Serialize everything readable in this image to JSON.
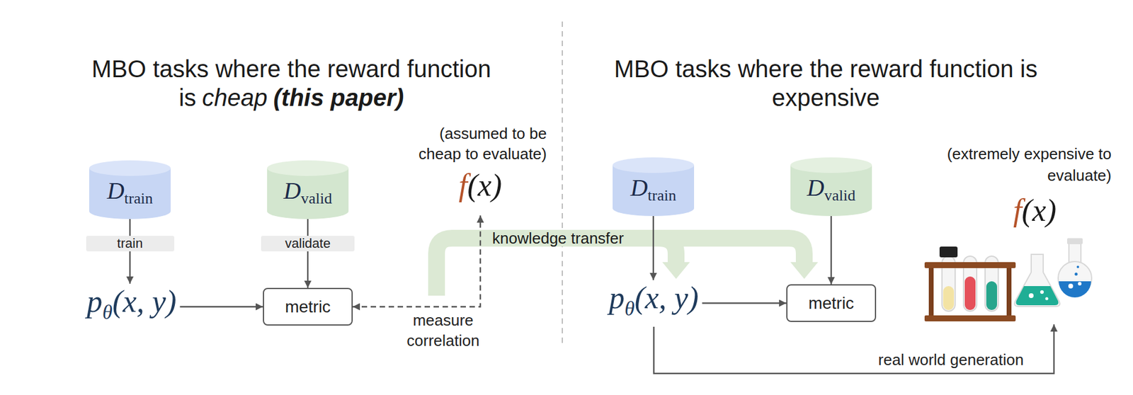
{
  "diagram": {
    "nodes": [
      {
        "text": [
          "D",
          "train"
        ]
      },
      {
        "text": [
          "D",
          "valid"
        ]
      },
      {
        "text": [
          "p",
          "θ",
          "(x, y)"
        ]
      },
      {
        "text": [
          "metric"
        ]
      },
      {
        "text": [
          "f",
          "(x)"
        ]
      },
      {
        "text": [
          "D",
          "train"
        ]
      },
      {
        "text": [
          "D",
          "valid"
        ]
      },
      {
        "text": [
          "p",
          "θ",
          "(x, y)"
        ]
      },
      {
        "text": [
          "metric"
        ]
      },
      {
        "text": [
          "f",
          "(x)"
        ]
      }
    ],
    "edges": [
      {
        "from": 0,
        "to": 2,
        "arrow": "to",
        "label": "train"
      },
      {
        "from": 1,
        "to": 3,
        "arrow": "to",
        "label": "validate"
      },
      {
        "from": 2,
        "to": 3,
        "arrow": "to"
      },
      {
        "from": 3,
        "to": 4,
        "arrow": "both",
        "label": "measure correlation"
      },
      {
        "from": 5,
        "to": 7,
        "arrow": "to"
      },
      {
        "from": 6,
        "to": 8,
        "arrow": "to"
      },
      {
        "from": 7,
        "to": 8,
        "arrow": "to"
      },
      {
        "from": 7,
        "to": 9,
        "arrow": "to",
        "label": "real world generation"
      }
    ],
    "labels": [
      "MBO tasks where the reward function is",
      "cheap",
      "(this paper)",
      "(assumed to be cheap to evaluate)",
      "knowledge transfer",
      "MBO tasks where the reward function is expensive",
      "(extremely expensive to evaluate)"
    ]
  }
}
